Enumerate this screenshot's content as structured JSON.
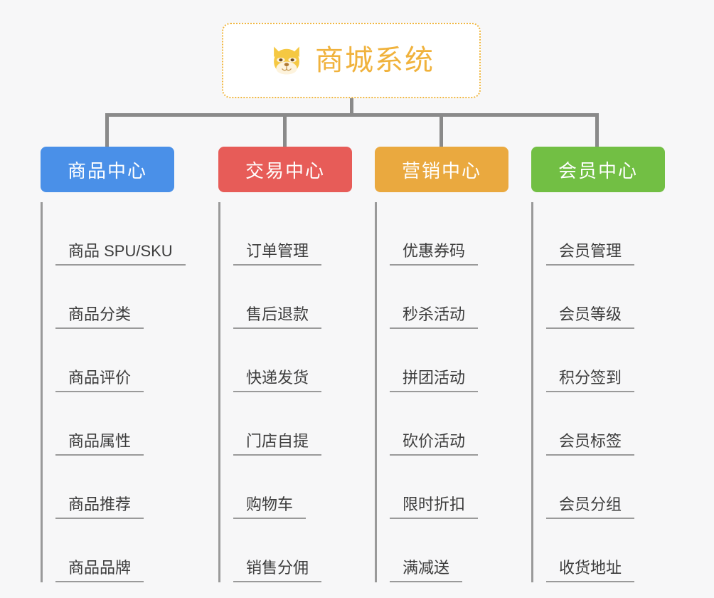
{
  "canvas": {
    "background_color": "#f7f7f8"
  },
  "root": {
    "title": "商城系统",
    "icon": "shiba-dog-face-emoji",
    "text_color": "#f0b23c",
    "border_color": "#f0b741",
    "background_color": "#ffffff"
  },
  "branches": [
    {
      "label": "商品中心",
      "color": "#4a90e8",
      "items": [
        "商品 SPU/SKU",
        "商品分类",
        "商品评价",
        "商品属性",
        "商品推荐",
        "商品品牌"
      ]
    },
    {
      "label": "交易中心",
      "color": "#e75c58",
      "items": [
        "订单管理",
        "售后退款",
        "快递发货",
        "门店自提",
        "购物车",
        "销售分佣"
      ]
    },
    {
      "label": "营销中心",
      "color": "#eaa93f",
      "items": [
        "优惠券码",
        "秒杀活动",
        "拼团活动",
        "砍价活动",
        "限时折扣",
        "满减送"
      ]
    },
    {
      "label": "会员中心",
      "color": "#72bf44",
      "items": [
        "会员管理",
        "会员等级",
        "积分签到",
        "会员标签",
        "会员分组",
        "收货地址"
      ]
    }
  ],
  "connector": {
    "color": "#8a8a8a"
  }
}
